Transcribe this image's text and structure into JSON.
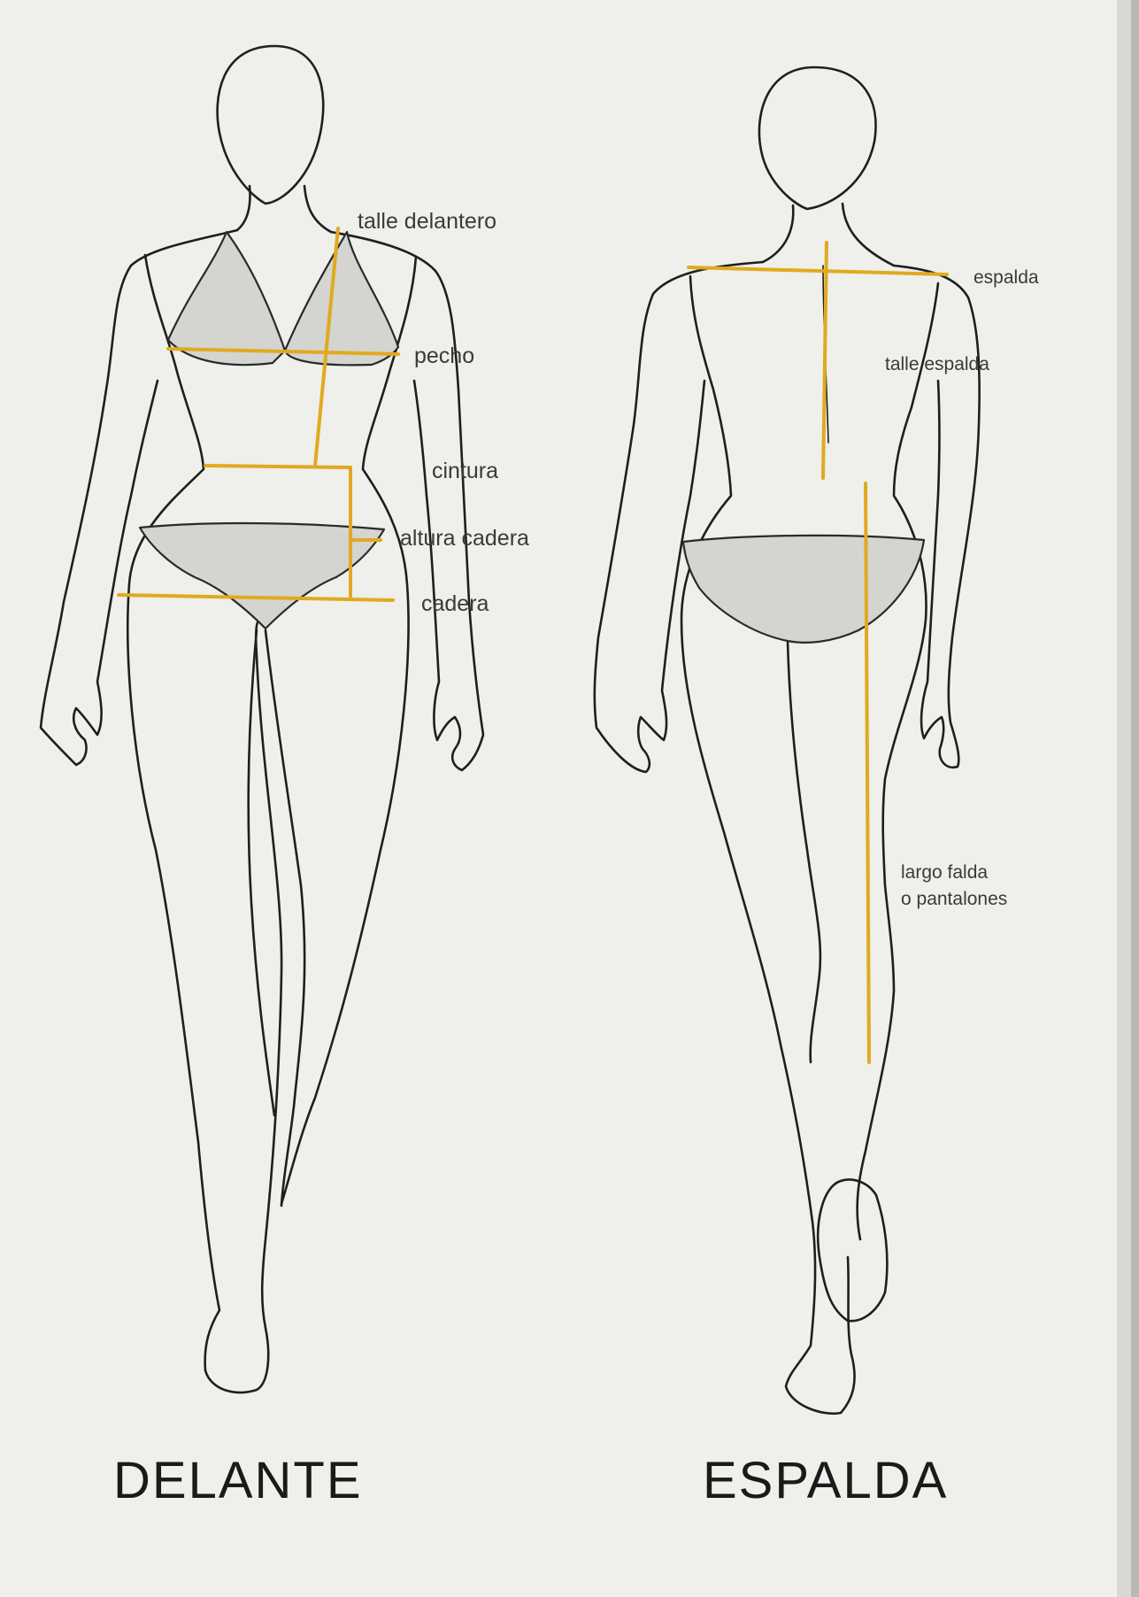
{
  "colors": {
    "paper": "#efefeb",
    "outline": "#1f1f1f",
    "garment": "#d4d4d0",
    "measure_line": "#e0aa20",
    "label_text": "#3a3a3a"
  },
  "front": {
    "caption": "DELANTE",
    "labels": {
      "talle_delantero": "talle delantero",
      "pecho": "pecho",
      "cintura": "cintura",
      "altura_cadera": "altura cadera",
      "cadera": "cadera"
    }
  },
  "back": {
    "caption": "ESPALDA",
    "labels": {
      "espalda": "espalda",
      "talle_espalda": "talle espalda",
      "largo_falda_1": "largo falda",
      "largo_falda_2": "o pantalones"
    }
  }
}
